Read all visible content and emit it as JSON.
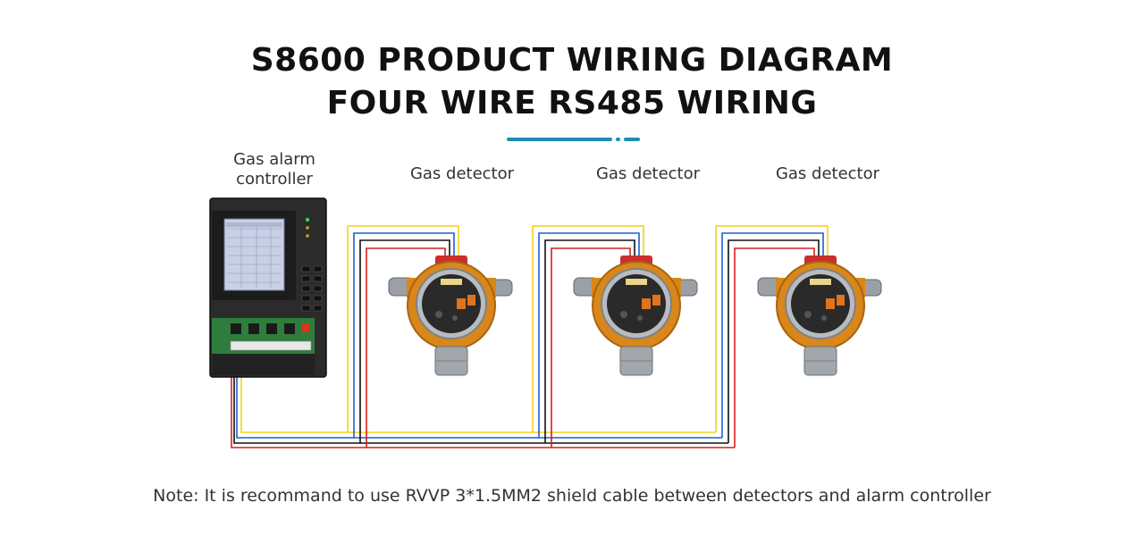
{
  "header": {
    "title_line1": "S8600 PRODUCT WIRING DIAGRAM",
    "title_line2": "FOUR WIRE RS485 WIRING"
  },
  "controller": {
    "label_line1": "Gas alarm",
    "label_line2": "controller"
  },
  "detectors": [
    {
      "label": "Gas detector"
    },
    {
      "label": "Gas detector"
    },
    {
      "label": "Gas detector"
    }
  ],
  "note": "Note: It is recommand to use RVVP 3*1.5MM2 shield cable between detectors and alarm controller",
  "colors": {
    "accent": "#1a8fb5",
    "wire_yellow": "#f2d21b",
    "wire_blue": "#1f5fd0",
    "wire_black": "#111111",
    "wire_red": "#d81e1e",
    "detector_body": "#d9861a",
    "controller_body": "#2a2a2a"
  }
}
